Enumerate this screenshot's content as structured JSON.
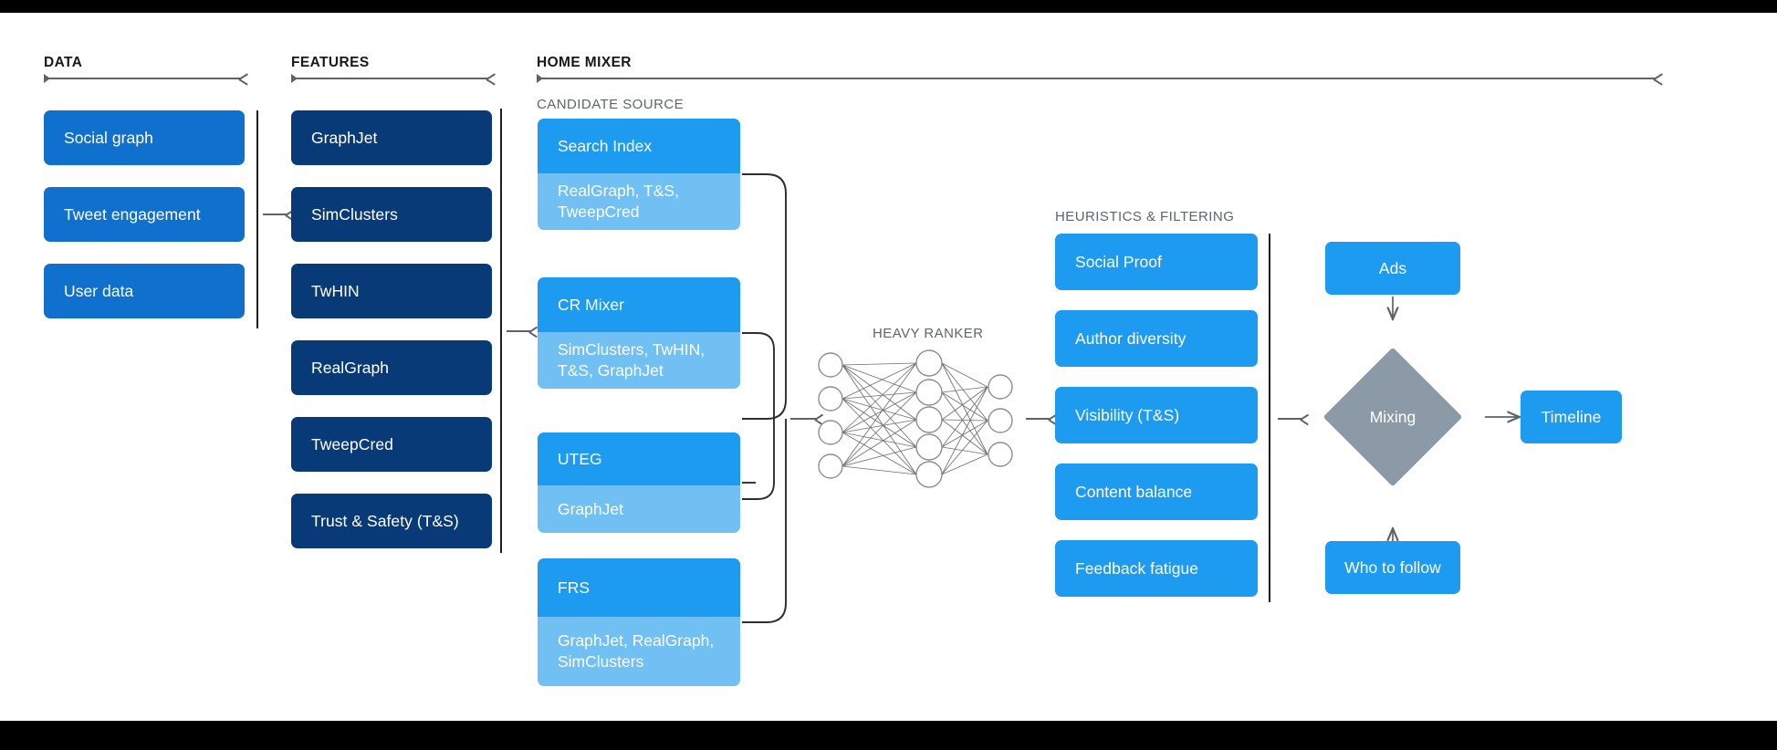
{
  "sections": {
    "data": {
      "title": "DATA"
    },
    "features": {
      "title": "FEATURES"
    },
    "home_mixer": {
      "title": "HOME MIXER"
    },
    "candidate_source": {
      "title": "CANDIDATE SOURCE"
    },
    "heavy_ranker": {
      "title": "HEAVY RANKER"
    },
    "heuristics": {
      "title": "HEURISTICS & FILTERING"
    }
  },
  "data_column": {
    "items": [
      {
        "label": "Social graph"
      },
      {
        "label": "Tweet engagement"
      },
      {
        "label": "User data"
      }
    ]
  },
  "features_column": {
    "items": [
      {
        "label": "GraphJet"
      },
      {
        "label": "SimClusters"
      },
      {
        "label": "TwHIN"
      },
      {
        "label": "RealGraph"
      },
      {
        "label": "TweepCred"
      },
      {
        "label": "Trust & Safety (T&S)"
      }
    ]
  },
  "candidate_sources": {
    "items": [
      {
        "title": "Search Index",
        "features": "RealGraph, T&S, TweepCred"
      },
      {
        "title": "CR Mixer",
        "features": "SimClusters, TwHIN, T&S, GraphJet"
      },
      {
        "title": "UTEG",
        "features": "GraphJet"
      },
      {
        "title": "FRS",
        "features": "GraphJet, RealGraph, SimClusters"
      }
    ]
  },
  "heavy_ranker": {
    "layers": [
      4,
      5,
      3
    ]
  },
  "heuristics_column": {
    "items": [
      {
        "label": "Social Proof"
      },
      {
        "label": "Author diversity"
      },
      {
        "label": "Visibility (T&S)"
      },
      {
        "label": "Content balance"
      },
      {
        "label": "Feedback fatigue"
      }
    ]
  },
  "mixing_stage": {
    "ads": {
      "label": "Ads"
    },
    "mixing": {
      "label": "Mixing"
    },
    "who_to_follow": {
      "label": "Who to follow"
    },
    "timeline": {
      "label": "Timeline"
    }
  },
  "colors": {
    "data_blue": "#0f70cd",
    "feature_navy": "#093a78",
    "twitter_blue": "#1d9bf0",
    "light_blue": "#71c0f4",
    "diamond_gray": "#8c9aa8",
    "arrow_gray": "#5e6368",
    "rule_black": "#1b1d1f",
    "subhead_gray": "#5b6570"
  }
}
